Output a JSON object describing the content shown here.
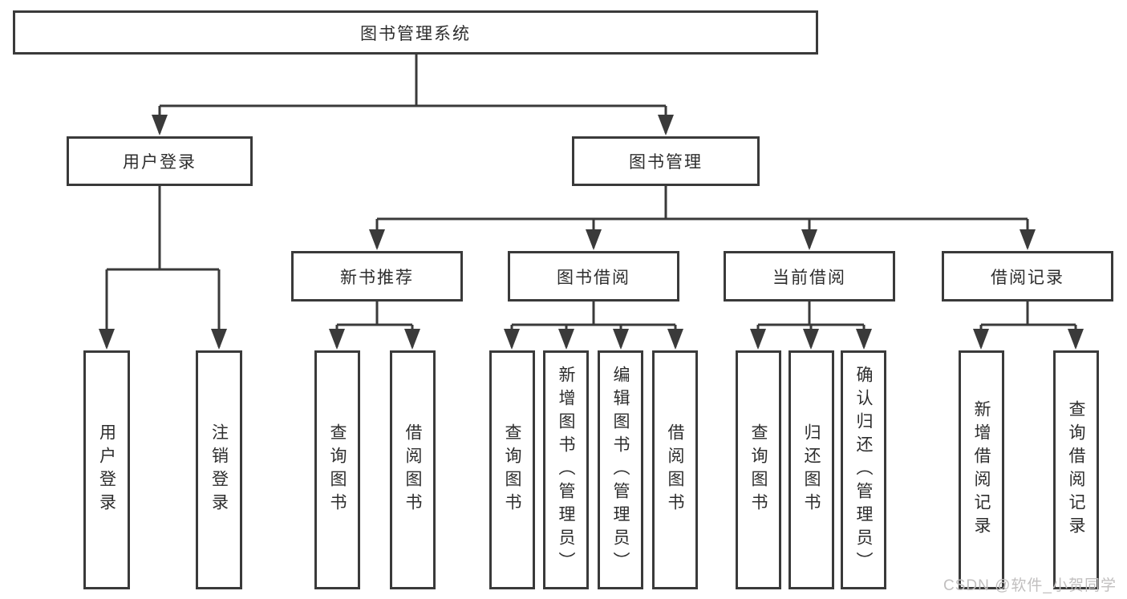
{
  "diagram": {
    "root": {
      "label": "图书管理系统"
    },
    "level2": [
      {
        "label": "用户登录"
      },
      {
        "label": "图书管理"
      }
    ],
    "level3": [
      {
        "label": "新书推荐"
      },
      {
        "label": "图书借阅"
      },
      {
        "label": "当前借阅"
      },
      {
        "label": "借阅记录"
      }
    ],
    "level4": [
      {
        "parent": "用户登录",
        "items": [
          "用户登录",
          "注销登录"
        ]
      },
      {
        "parent": "新书推荐",
        "items": [
          "查询图书",
          "借阅图书"
        ]
      },
      {
        "parent": "图书借阅",
        "items": [
          "查询图书",
          "新增图书（管理员）",
          "编辑图书（管理员）",
          "借阅图书"
        ]
      },
      {
        "parent": "当前借阅",
        "items": [
          "查询图书",
          "归还图书",
          "确认归还（管理员）"
        ]
      },
      {
        "parent": "借阅记录",
        "items": [
          "新增借阅记录",
          "查询借阅记录"
        ]
      }
    ]
  },
  "watermark": "CSDN @软件_小贺同学",
  "colors": {
    "line": "#3a3a3a",
    "text": "#2d2d2d",
    "watermark": "#c1bfbf",
    "background": "#ffffff"
  }
}
